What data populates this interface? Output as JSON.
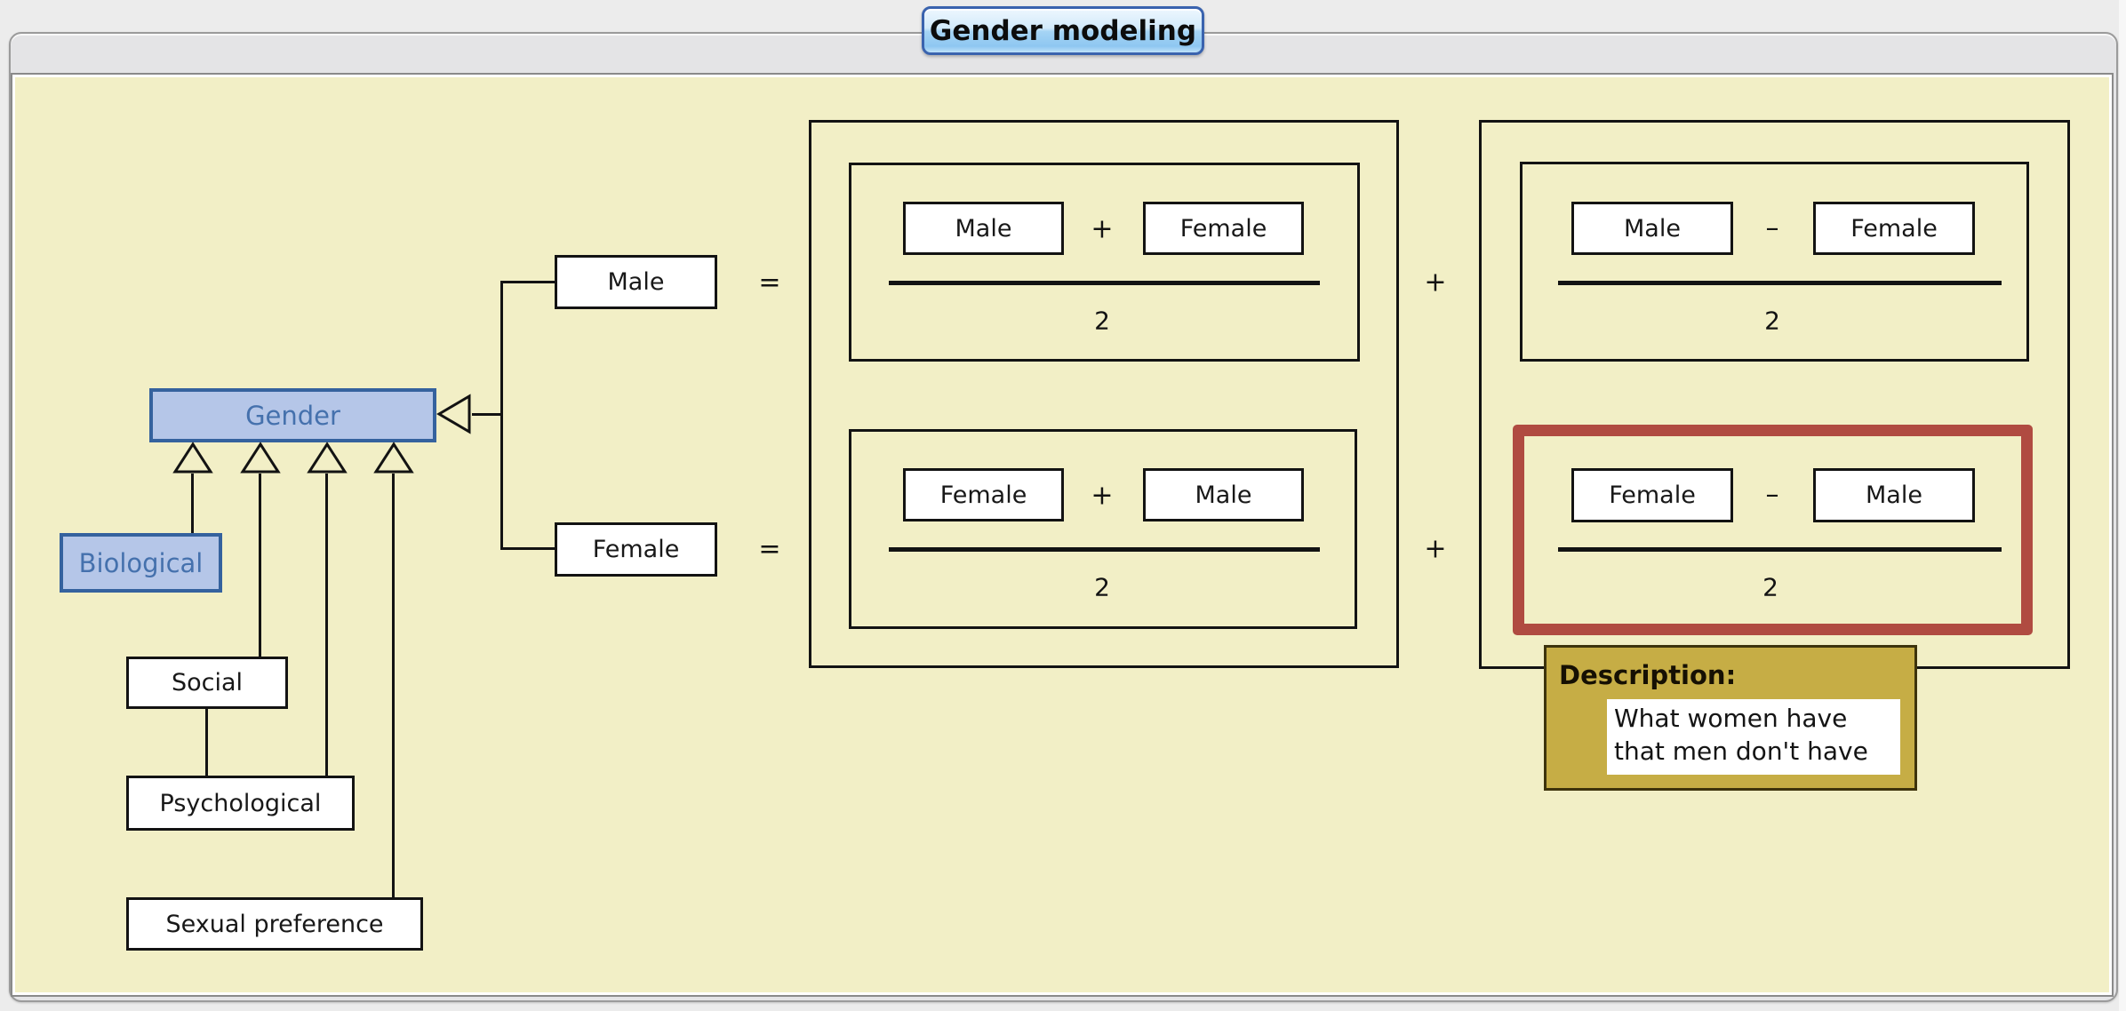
{
  "window": {
    "tab_title": "Gender modeling"
  },
  "canvas": {
    "nodes": {
      "gender": "Gender",
      "biological": "Biological",
      "social": "Social",
      "psychological": "Psychological",
      "sexual_preference": "Sexual preference",
      "male": "Male",
      "female": "Female"
    }
  },
  "ops": {
    "equals": "=",
    "plus": "+",
    "minus": "–"
  },
  "fractions": {
    "male_plus_female": {
      "left": "Male",
      "right": "Female",
      "den": "2"
    },
    "female_plus_male": {
      "left": "Female",
      "right": "Male",
      "den": "2"
    },
    "male_minus_female": {
      "left": "Male",
      "right": "Female",
      "den": "2"
    },
    "female_minus_male": {
      "left": "Female",
      "right": "Male",
      "den": "2"
    }
  },
  "description": {
    "title": "Description:",
    "lines": [
      "What women have",
      "that men don't have"
    ]
  },
  "colors": {
    "canvas_bg": "#f2efc6",
    "node_blue_fill": "#b5c6e8",
    "node_blue_border": "#35629e",
    "node_blue_text": "#4571ad",
    "highlight_red": "#b04b41",
    "note_fill": "#c6ad45",
    "tab_border_blue": "#3a63ae",
    "window_bg": "#ececec"
  }
}
